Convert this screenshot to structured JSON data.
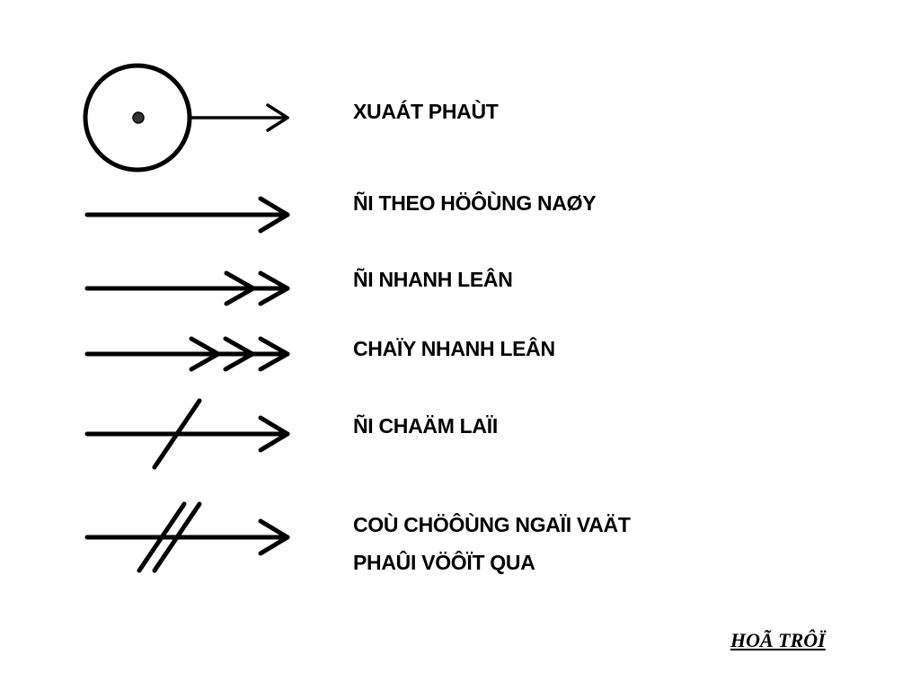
{
  "legend": {
    "items": [
      {
        "symbol": "start-circle-arrow-icon",
        "label": "XUAÁT PHAÙT"
      },
      {
        "symbol": "single-arrow-icon",
        "label": "ÑI THEO HÖÔÙNG NAØY"
      },
      {
        "symbol": "double-arrow-icon",
        "label": "ÑI NHANH LEÂN"
      },
      {
        "symbol": "triple-arrow-icon",
        "label": "CHAÏY NHANH LEÂN"
      },
      {
        "symbol": "slashed-arrow-icon",
        "label": "ÑI CHAÄM LAÏI"
      },
      {
        "symbol": "double-slashed-arrow-icon",
        "label_line1": "COÙ CHÖÔÙNG NGAÏI VAÄT",
        "label_line2": "PHAÛI VÖÔÏT QUA"
      }
    ]
  },
  "footer": {
    "link_label": "HOÃ TRÔÏ"
  },
  "colors": {
    "stroke": "#000000",
    "background": "#ffffff",
    "dot": "#333333"
  }
}
